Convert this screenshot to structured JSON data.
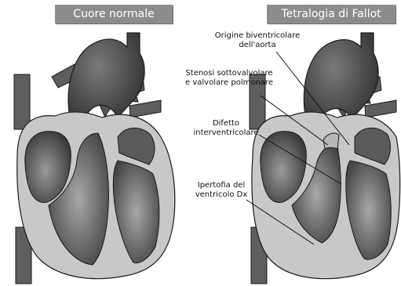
{
  "titles": {
    "left": "Cuore normale",
    "right": "Tetralogia di Fallot"
  },
  "labels": {
    "origine": [
      "Origine biventricolare",
      "dell'aorta"
    ],
    "stenosi": [
      "Stenosi sottovalvolare",
      "e valvolare polmonare"
    ],
    "difetto": [
      "Difetto",
      "interventricolare"
    ],
    "ipertofia": [
      "Ipertofia del",
      "ventricolo Dx"
    ]
  },
  "colors": {
    "title_bg": "#8c8c8c",
    "vessel": "#5c5c5c",
    "aorta": "#3f3f3f",
    "wall": "#c8c8c8",
    "chamber": "#4a4a4a",
    "outline": "#1a1a1a"
  }
}
